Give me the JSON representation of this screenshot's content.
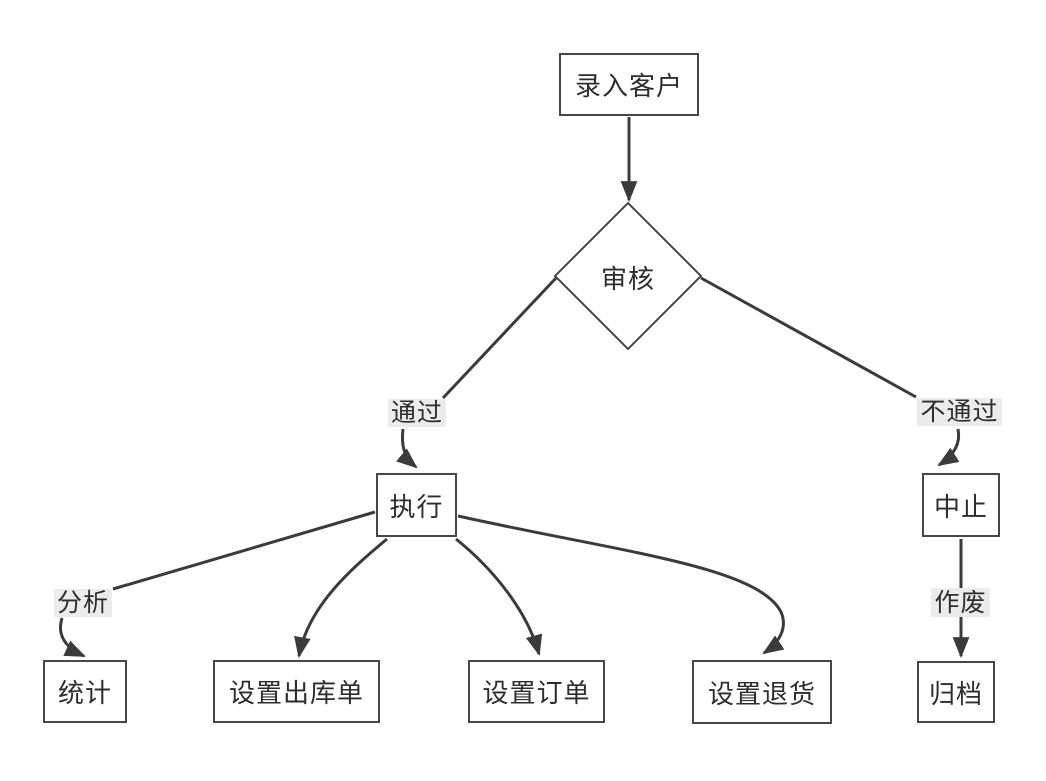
{
  "diagram": {
    "type": "flowchart",
    "colors": {
      "background": "#ffffff",
      "line": "#3b3b3b",
      "shape_border": "#474747",
      "text": "#2d2d2d",
      "edge_label_background": "#ebebeb"
    },
    "nodes": {
      "enter_customer": {
        "label": "录入客户",
        "shape": "rectangle"
      },
      "review": {
        "label": "审核",
        "shape": "diamond"
      },
      "execute": {
        "label": "执行",
        "shape": "rectangle"
      },
      "abort": {
        "label": "中止",
        "shape": "rectangle"
      },
      "stats": {
        "label": "统计",
        "shape": "rectangle"
      },
      "outbound": {
        "label": "设置出库单",
        "shape": "rectangle"
      },
      "order": {
        "label": "设置订单",
        "shape": "rectangle"
      },
      "returns": {
        "label": "设置退货",
        "shape": "rectangle"
      },
      "archive": {
        "label": "归档",
        "shape": "rectangle"
      }
    },
    "edge_labels": {
      "pass": {
        "label": "通过"
      },
      "fail": {
        "label": "不通过"
      },
      "analyze": {
        "label": "分析"
      },
      "void": {
        "label": "作废"
      }
    },
    "edges": [
      {
        "from": "enter_customer",
        "to": "review"
      },
      {
        "from": "review",
        "to": "execute",
        "label": "通过"
      },
      {
        "from": "review",
        "to": "abort",
        "label": "不通过"
      },
      {
        "from": "execute",
        "to": "stats",
        "label": "分析"
      },
      {
        "from": "execute",
        "to": "outbound"
      },
      {
        "from": "execute",
        "to": "order"
      },
      {
        "from": "execute",
        "to": "returns"
      },
      {
        "from": "abort",
        "to": "archive",
        "label": "作废"
      }
    ]
  }
}
